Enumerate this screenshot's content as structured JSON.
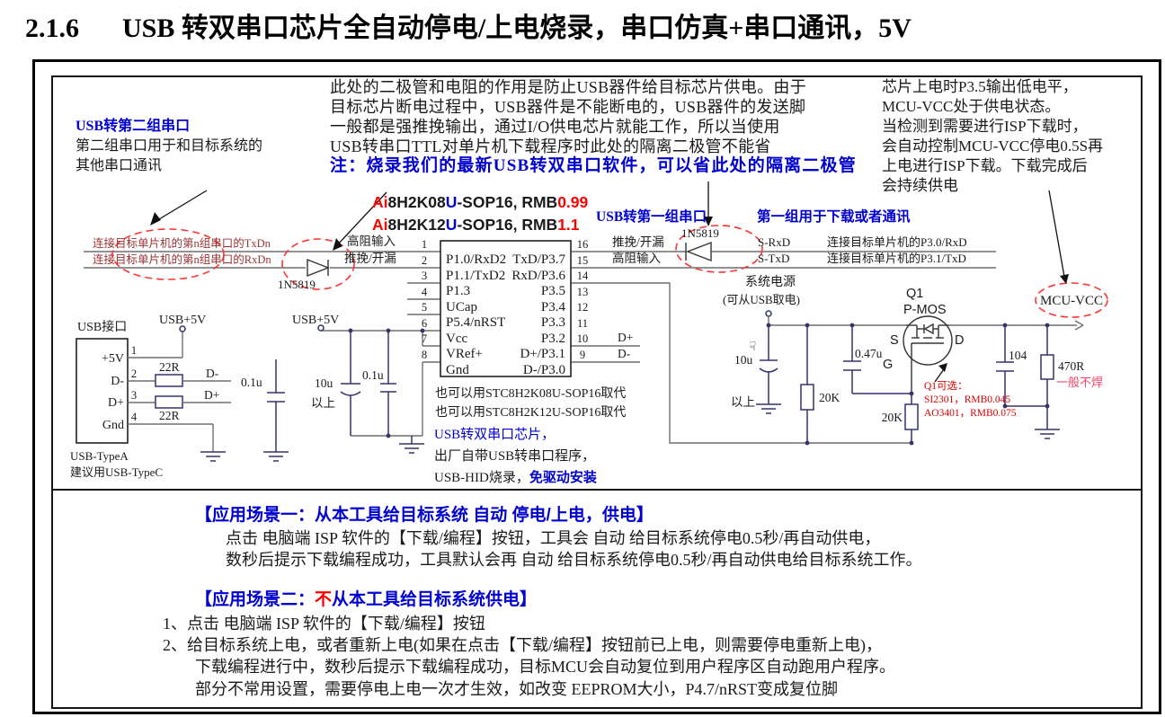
{
  "title": {
    "number": "2.1.6",
    "text": "USB 转双串口芯片全自动停电/上电烧录，串口仿真+串口通讯，5V"
  },
  "colors": {
    "accent_blue": "#0000d0",
    "accent_red": "#ff0000",
    "wire_label_maroon": "#9a3333",
    "pink_red": "#ee4466",
    "component_navy": "#33336b"
  },
  "left_note": {
    "title": "USB转第二组串口",
    "line1": "第二组串口用于和目标系统的",
    "line2": "其他串口通讯"
  },
  "top_note": {
    "lines": [
      "此处的二极管和电阻的作用是防止USB器件给目标芯片供电。由于",
      "目标芯片断电过程中，USB器件是不能断电的，USB器件的发送脚",
      "一般都是强推挽输出，通过I/O供电芯片就能工作，所以当使用",
      "USB转串口TTL对单片机下载程序时此处的隔离二极管不能省"
    ],
    "remark": "注：烧录我们的最新USB转双串口软件，可以省此处的隔离二极管"
  },
  "right_note": {
    "lines": [
      "芯片上电时P3.5输出低电平，",
      "MCU-VCC处于供电状态。",
      "当检测到需要进行ISP下载时，",
      "会自动控制MCU-VCC停电0.5S再",
      "上电进行ISP下载。下载完成后",
      "会持续供电"
    ]
  },
  "chip_models": [
    {
      "prefix": "Ai",
      "body": "8H2K08",
      "u": "U",
      "suffix": "-SOP16, RMB",
      "price": "0.99"
    },
    {
      "prefix": "Ai",
      "body": "8H2K12",
      "u": "U",
      "suffix": "-SOP16, RMB",
      "price": "1.1"
    }
  ],
  "port1": {
    "a": "USB转第一组串口",
    "b": "第一组用于下载或者通讯"
  },
  "wires_left": {
    "txd_label": "连接目标单片机的第n组串口的TxDn",
    "rxd_label": "连接目标单片机的第n组串口的RxDn",
    "hi_z": "高阻输入",
    "push_pull": "推挽/开漏",
    "diode": "1N5819"
  },
  "wires_right": {
    "push_pull": "推挽/开漏",
    "hi_z": "高阻输入",
    "diode": "1N5819",
    "s_rxd": "S-RxD",
    "s_txd": "S-TxD",
    "to_rxd": "连接目标单片机的P3.0/RxD",
    "to_txd": "连接目标单片机的P3.1/TxD",
    "dplus": "D+",
    "dminus": "D-"
  },
  "ic": {
    "left_pins": [
      {
        "n": "1",
        "l": "P1.0/RxD2"
      },
      {
        "n": "2",
        "l": "P1.1/TxD2"
      },
      {
        "n": "3",
        "l": "P1.3"
      },
      {
        "n": "4",
        "l": "UCap"
      },
      {
        "n": "5",
        "l": "P5.4/nRST"
      },
      {
        "n": "6",
        "l": "Vcc"
      },
      {
        "n": "7",
        "l": "VRef+"
      },
      {
        "n": "8",
        "l": "Gnd"
      }
    ],
    "right_pins": [
      {
        "n": "16",
        "l": "TxD/P3.7"
      },
      {
        "n": "15",
        "l": "RxD/P3.6"
      },
      {
        "n": "14",
        "l": "P3.5"
      },
      {
        "n": "13",
        "l": "P3.4"
      },
      {
        "n": "12",
        "l": "P3.3"
      },
      {
        "n": "11",
        "l": "P3.2"
      },
      {
        "n": "10",
        "l": "D+/P3.1"
      },
      {
        "n": "9",
        "l": "D-/P3.0"
      }
    ],
    "alt1": "也可以用STC8H2K08U-SOP16取代",
    "alt2": "也可以用STC8H2K12U-SOP16取代",
    "desc1": "USB转双串口芯片，",
    "desc2": "出厂自带USB转串口程序，",
    "desc3a": "USB-HID烧录，",
    "desc3b": "免驱动安装"
  },
  "usb": {
    "header": "USB接口",
    "vbus": "USB+5V",
    "n1": "1",
    "n2": "2",
    "n3": "3",
    "n4": "4",
    "p1": "+5V",
    "p2": "D-",
    "p3": "D+",
    "p4": "Gnd",
    "r22": "22R",
    "dm": "D-",
    "dp": "D+",
    "cap": "0.1u",
    "note1": "USB-TypeA",
    "note2": "建议用USB-TypeC"
  },
  "mid": {
    "vbus": "USB+5V",
    "c10u": "10u",
    "c10u2": "以上",
    "c01u": "0.1u"
  },
  "power": {
    "sys1": "系统电源",
    "sys2": "(可从USB取电)",
    "c10u": "10u",
    "c10u2": "以上",
    "r1": "20K",
    "c047": "0.47u",
    "r2": "20K",
    "q1": "Q1",
    "type": "P-MOS",
    "s": "S",
    "d": "D",
    "g": "G",
    "opt0": "Q1可选：",
    "opt1": "SI2301，RMB0.045",
    "opt2": "AO3401，RMB0.075",
    "c104": "104",
    "r3": "470R",
    "no_solder": "一般不焊",
    "mcu_vcc": "MCU-VCC"
  },
  "scenarios": {
    "s1_title": "【应用场景一：从本工具给目标系统 自动 停电/上电，供电】",
    "s1_line1": "点击 电脑端 ISP 软件的【下载/编程】按钮，工具会 自动 给目标系统停电0.5秒/再自动供电，",
    "s1_line2": "数秒后提示下载编程成功，工具默认会再 自动 给目标系统停电0.5秒/再自动供电给目标系统工作。",
    "s2_title_pre": "【应用场景二：",
    "s2_title_red": "不",
    "s2_title_post": "从本工具给目标系统供电】",
    "s2_line1": "1、点击 电脑端 ISP 软件的【下载/编程】按钮",
    "s2_line2": "2、给目标系统上电，或者重新上电(如果在点击【下载/编程】按钮前已上电，则需要停电重新上电)，",
    "s2_line3": "下载编程进行中，数秒后提示下载编程成功，目标MCU会自动复位到用户程序区自动跑用户程序。",
    "s2_line4": "部分不常用设置，需要停电上电一次才生效，如改变 EEPROM大小，P4.7/nRST变成复位脚"
  }
}
